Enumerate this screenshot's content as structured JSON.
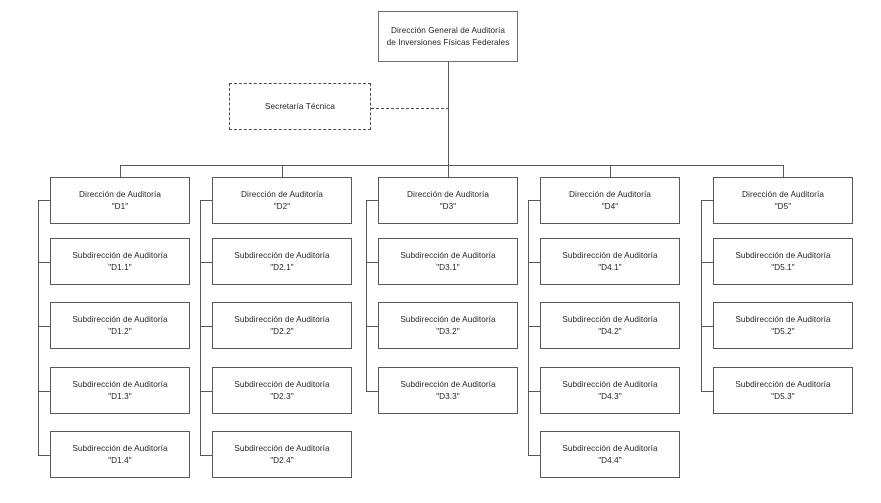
{
  "diagram": {
    "title_root": "Dirección General de Auditoría\nde Inversiones Físicas Federales",
    "staff": {
      "label": "Secretaría Técnica",
      "style": "dashed"
    },
    "colors": {
      "box_border": "#58585a",
      "dashed_border": "#4d4d4f",
      "text": "#231f20",
      "background": "#ffffff",
      "connector": "#58585a"
    },
    "columns": [
      {
        "head": "Dirección de Auditoría\n\"D1\"",
        "children": [
          "Subdirección de Auditoría\n\"D1.1\"",
          "Subdirección de Auditoría\n\"D1.2\"",
          "Subdirección de Auditoría\n\"D1.3\"",
          "Subdirección de Auditoría\n\"D1.4\""
        ]
      },
      {
        "head": "Dirección de Auditoría\n\"D2\"",
        "children": [
          "Subdirección de Auditoría\n\"D2.1\"",
          "Subdirección de Auditoría\n\"D2.2\"",
          "Subdirección de Auditoría\n\"D2.3\"",
          "Subdirección de Auditoría\n\"D2.4\""
        ]
      },
      {
        "head": "Dirección de Auditoría\n\"D3\"",
        "children": [
          "Subdirección de Auditoría\n\"D3.1\"",
          "Subdirección de Auditoría\n\"D3.2\"",
          "Subdirección de Auditoría\n\"D3.3\""
        ]
      },
      {
        "head": "Dirección de Auditoría\n\"D4\"",
        "children": [
          "Subdirección de Auditoría\n\"D4.1\"",
          "Subdirección de Auditoría\n\"D4.2\"",
          "Subdirección de Auditoría\n\"D4.3\"",
          "Subdirección de Auditoría\n\"D4.4\""
        ]
      },
      {
        "head": "Dirección de Auditoría\n\"D5\"",
        "children": [
          "Subdirección de Auditoría\n\"D5.1\"",
          "Subdirección de Auditoría\n\"D5.2\"",
          "Subdirección de Auditoría\n\"D5.3\""
        ]
      }
    ]
  }
}
